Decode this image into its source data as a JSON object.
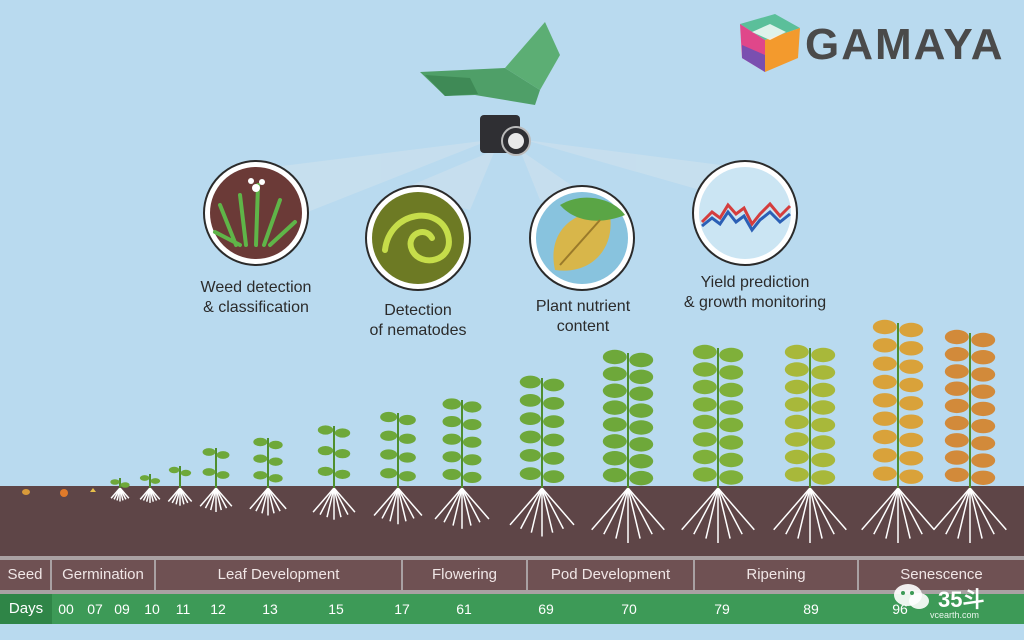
{
  "brand": {
    "name": "GAMAYA"
  },
  "features": [
    {
      "label_line1": "Weed detection",
      "label_line2": "& classification",
      "icon": "weed-icon"
    },
    {
      "label_line1": "Detection",
      "label_line2": "of nematodes",
      "icon": "nematode-icon"
    },
    {
      "label_line1": "Plant nutrient",
      "label_line2": "content",
      "icon": "leaf-icon"
    },
    {
      "label_line1": "Yield prediction",
      "label_line2": "& growth monitoring",
      "icon": "graph-icon"
    }
  ],
  "stages": {
    "seed": "Seed",
    "germination": "Germination",
    "leaf": "Leaf Development",
    "flowering": "Flowering",
    "pod": "Pod Development",
    "ripening": "Ripening",
    "senescence": "Senescence"
  },
  "days": {
    "label": "Days",
    "values": [
      "00",
      "07",
      "09",
      "10",
      "11",
      "12",
      "13",
      "15",
      "17",
      "61",
      "69",
      "70",
      "79",
      "89",
      "96"
    ]
  },
  "watermark": {
    "text": "35斗",
    "url": "vcearth.com"
  },
  "colors": {
    "sky": "#b9daef",
    "soil": "#5e4547",
    "drone": "#4f9f68",
    "plant": "#6ea83a",
    "days_bar": "#3d9a57",
    "stage_bar": "#6f5153"
  }
}
